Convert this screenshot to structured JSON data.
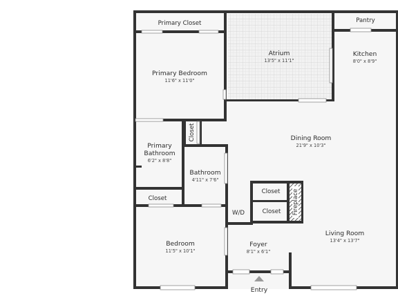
{
  "colors": {
    "wall": "#333333",
    "floor": "#f6f6f6",
    "atrium_tile": "#d0d0d0",
    "text": "#2b2b2b",
    "dim_text": "#444444"
  },
  "rooms": {
    "primary_closet": {
      "name": "Primary Closet"
    },
    "atrium": {
      "name": "Atrium",
      "dims": "13'5\" x 11'1\""
    },
    "pantry": {
      "name": "Pantry"
    },
    "kitchen": {
      "name": "Kitchen",
      "dims": "8'0\" x 8'9\""
    },
    "primary_bedroom": {
      "name": "Primary Bedroom",
      "dims": "11'6\" x 11'0\""
    },
    "closet_vertical": {
      "name": "Closet"
    },
    "dining_room": {
      "name": "Dining Room",
      "dims": "21'9\" x 10'3\""
    },
    "primary_bathroom": {
      "name_line1": "Primary",
      "name_line2": "Bathroom",
      "dims": "6'2\" x 8'8\""
    },
    "bathroom": {
      "name": "Bathroom",
      "dims": "4'11\" x 7'6\""
    },
    "closet_center_top": {
      "name": "Closet"
    },
    "closet_left": {
      "name": "Closet"
    },
    "wd": {
      "name": "W/D"
    },
    "closet_center_bottom": {
      "name": "Closet"
    },
    "fireplace": {
      "name": "Fireplace"
    },
    "living_room": {
      "name": "Living Room",
      "dims": "13'4\" x 13'7\""
    },
    "bedroom": {
      "name": "Bedroom",
      "dims": "11'5\" x 10'1\""
    },
    "foyer": {
      "name": "Foyer",
      "dims": "8'1\" x 6'1\""
    }
  },
  "entry": {
    "label": "Entry"
  }
}
